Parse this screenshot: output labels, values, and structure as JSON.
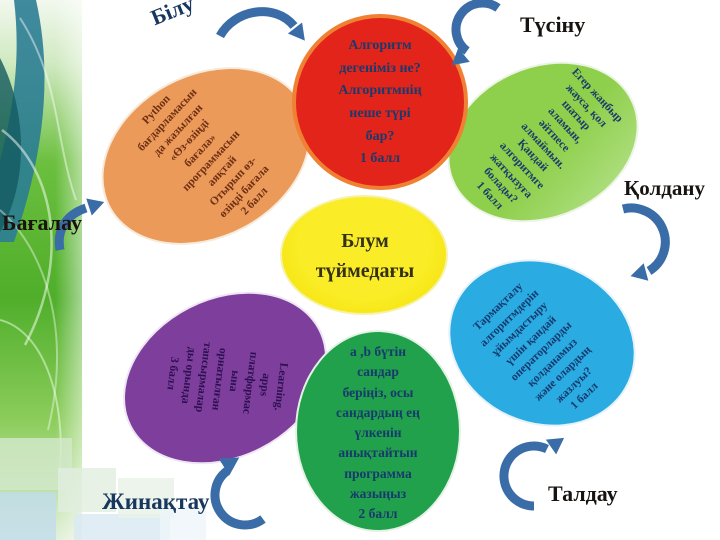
{
  "center_bubble": {
    "text": "Блум\nтүймедағы"
  },
  "question_bubbles": [
    {
      "position": "top",
      "stage": "Білу",
      "text": "Алгоритм\nдегеніміз не?\nАлгоритмнің\nнеше түрі\nбар?\n1 балл"
    },
    {
      "position": "top-right",
      "stage": "Түсіну",
      "text": "Егер жаңбыр\nжауса, қол\nшатыр\nаламын,\nәйтпесе\nалмаймын.\nҚандай\nалгоритмге\nжатқызуға\nболады?\n1 балл"
    },
    {
      "position": "right-bottom",
      "stage": "Қолдану",
      "text": "Тармақталу\nалгоритмдерін\nұйымдастыру\nүшін қандай\nоператорларды\nқолданамыз\nжәне олардың\nжазлуы?\n1 балл"
    },
    {
      "position": "bottom",
      "stage": "Талдау",
      "text": "а ,b бүтін\nсандар\nберіңіз, осы\nсандардың ең\nүлкенін\nанықтайтын\nпрограмма\nжазыңыз\n2 балл"
    },
    {
      "position": "bottom-left",
      "stage": "Жинақтау",
      "text": "Learning.\napps\nплатформас\nына\nорнатылған\nтапсырмалар\nды орында\n3 балл"
    },
    {
      "position": "top-left",
      "stage": "Бағалау",
      "text": "Python\nбағдарламасын\nда жазылған\n«Өз-өзіңді\nбағала»\nпрограммасын\nаяқтай\nОтырып өз-\nөзіңді бағала\n2 балл"
    }
  ],
  "stage_labels": [
    {
      "id": "bilu",
      "text": "Білу"
    },
    {
      "id": "tusinu",
      "text": "Түсіну"
    },
    {
      "id": "qoldanu",
      "text": "Қолдану"
    },
    {
      "id": "taldau",
      "text": "Талдау"
    },
    {
      "id": "zhinaqtau",
      "text": "Жинақтау"
    },
    {
      "id": "bagalau",
      "text": "Бағалау"
    }
  ],
  "palette": {
    "red_bubble": "#e2241b",
    "red_bubble_border": "#f08032",
    "yellow_bubble": "#f2de00",
    "light_green_bubble": "#8ecf4b",
    "blue_bubble": "#2aabe2",
    "green_bubble": "#21a14b",
    "purple_bubble": "#7d3f9b",
    "orange_bubble": "#eb9a59",
    "arrow_blue": "#3a6da8",
    "navy_text": "#17375e"
  }
}
